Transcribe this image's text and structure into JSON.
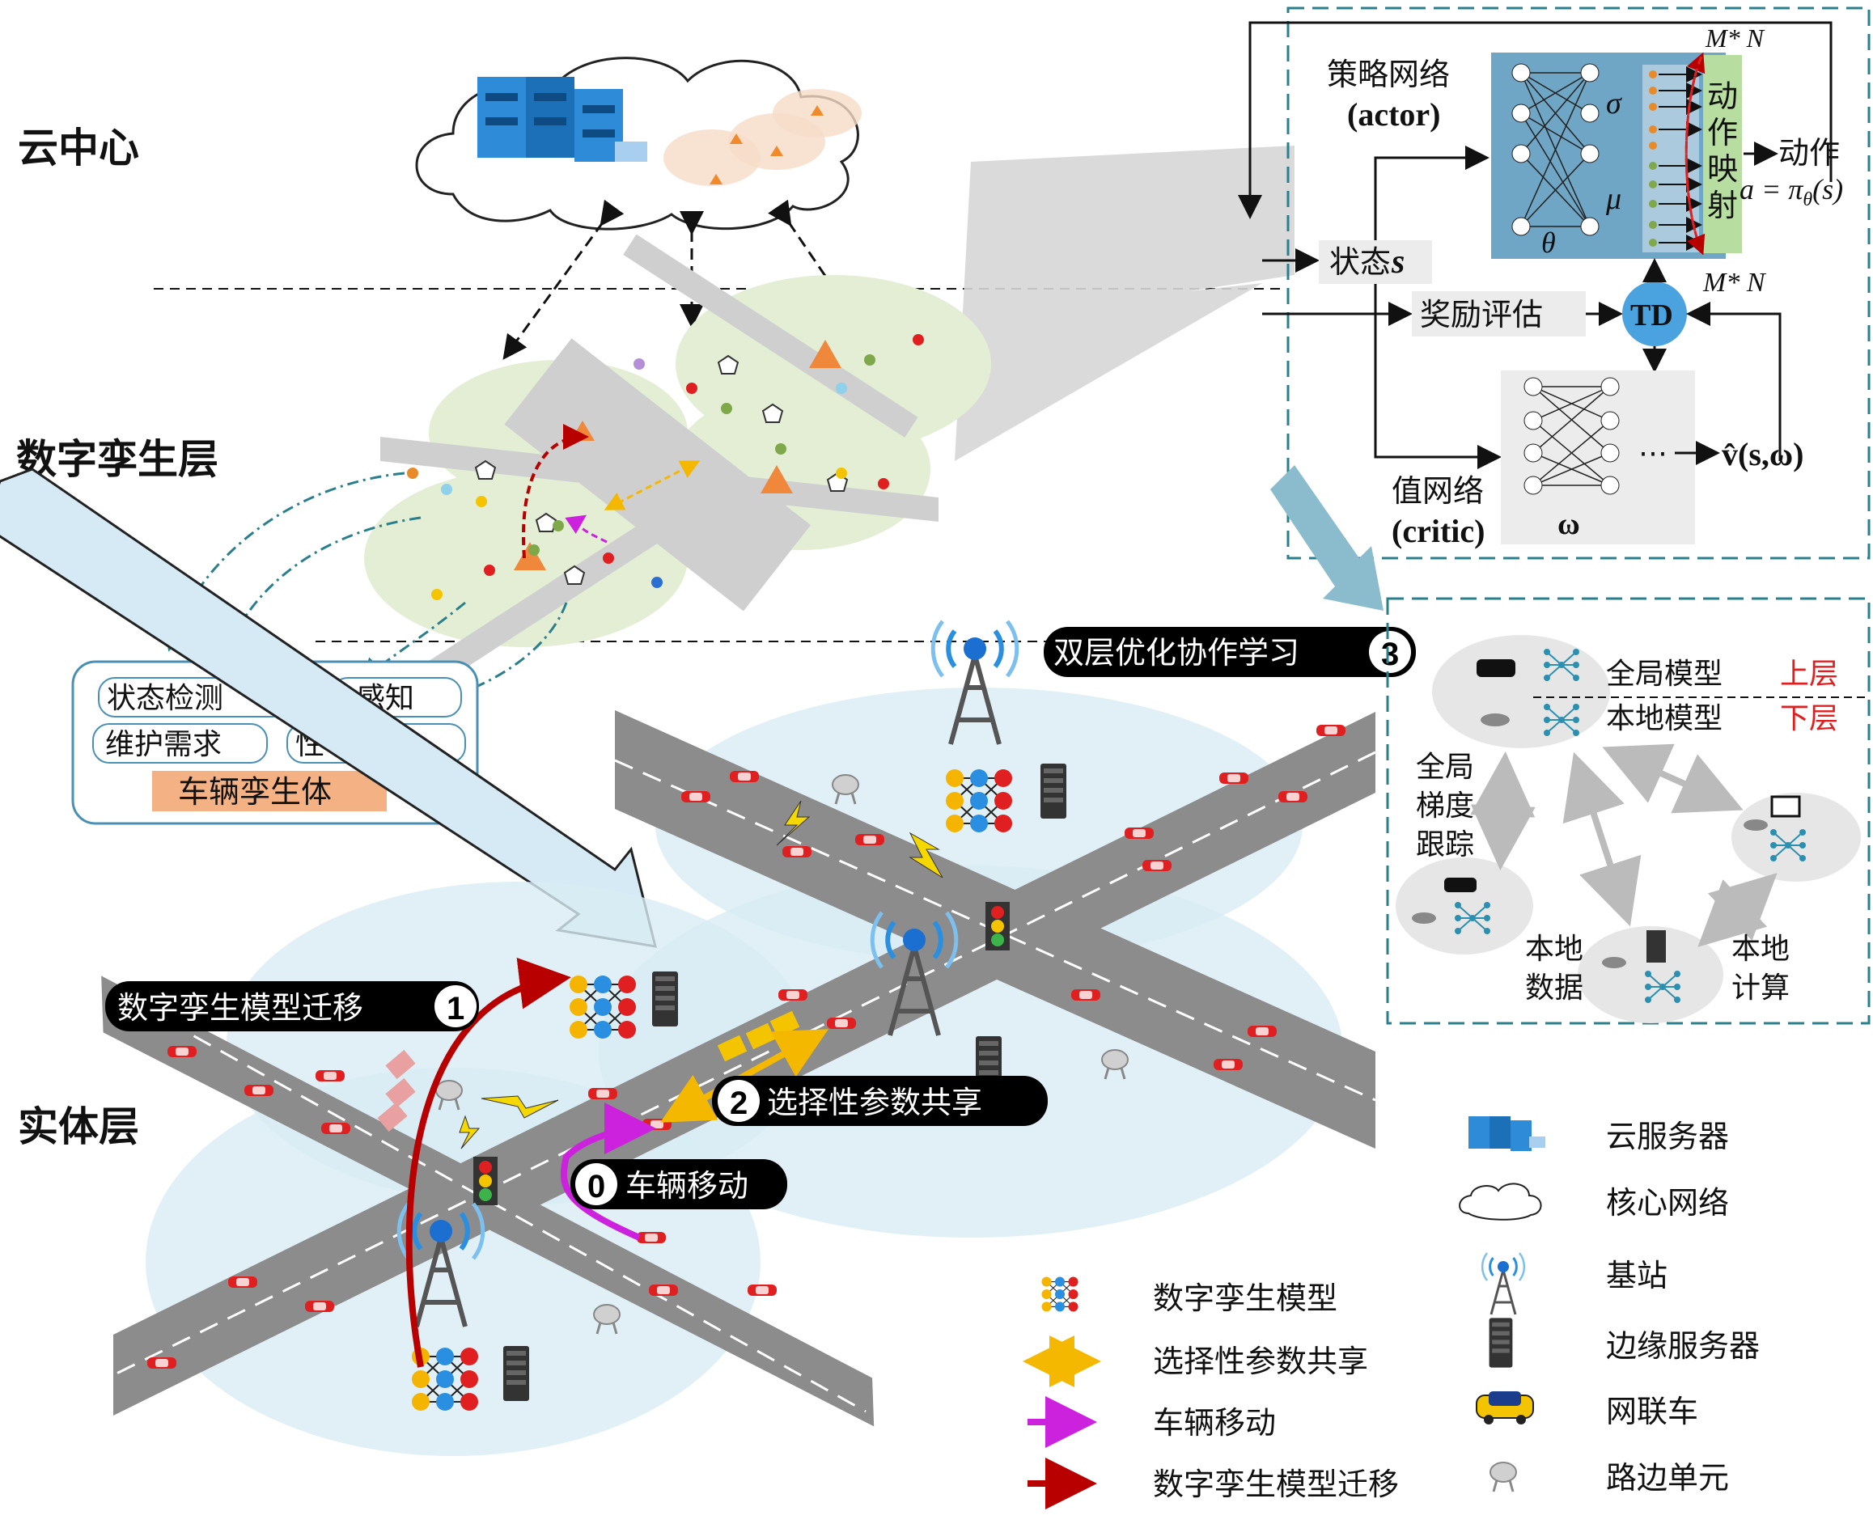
{
  "layers": {
    "cloud": "云中心",
    "twin": "数字孪生层",
    "physical": "实体层"
  },
  "twin_entity": {
    "tags": [
      "状态检测",
      "感知",
      "维护需求",
      "性"
    ],
    "title": "车辆孪生体"
  },
  "actor_critic": {
    "policy_label": "策略网络",
    "policy_en": "(actor)",
    "value_label": "值网络",
    "value_en": "(critic)",
    "theta": "θ",
    "sigma": "σ",
    "mu": "μ",
    "omega": "ω",
    "mapping": [
      "动",
      "作",
      "映",
      "射"
    ],
    "mn_top": "M* N",
    "mn_bottom": "M* N",
    "action_label": "动作",
    "action_formula": "a = π",
    "action_sub": "θ",
    "action_arg": "(s)",
    "state_label": "状态",
    "state_sym": "s",
    "reward_label": "奖励评估",
    "td": "TD",
    "dots": "⋯",
    "value_out": "v̂(s,ω)"
  },
  "fl": {
    "global_model": "全局模型",
    "local_model": "本地模型",
    "upper": "上层",
    "lower": "下层",
    "gradient": [
      "全局",
      "梯度",
      "跟踪"
    ],
    "local_data": [
      "本地",
      "数据"
    ],
    "local_compute": [
      "本地",
      "计算"
    ]
  },
  "steps": {
    "s0_num": "0",
    "s0": "车辆移动",
    "s1_num": "1",
    "s1": "数字孪生模型迁移",
    "s2_num": "2",
    "s2": "选择性参数共享",
    "s3_num": "3",
    "s3": "双层优化协作学习"
  },
  "legend_left": [
    {
      "icon": "dt-model-icon",
      "label": "数字孪生模型"
    },
    {
      "icon": "double-arrow-icon",
      "label": "选择性参数共享",
      "color": "#f5b800"
    },
    {
      "icon": "purple-arrow-icon",
      "label": "车辆移动",
      "color": "#cc22dd"
    },
    {
      "icon": "red-arrow-icon",
      "label": "数字孪生模型迁移",
      "color": "#b80000"
    }
  ],
  "legend_right": [
    {
      "icon": "cloud-server-icon",
      "label": "云服务器"
    },
    {
      "icon": "core-network-icon",
      "label": "核心网络"
    },
    {
      "icon": "base-station-icon",
      "label": "基站"
    },
    {
      "icon": "edge-server-icon",
      "label": "边缘服务器"
    },
    {
      "icon": "connected-car-icon",
      "label": "网联车"
    },
    {
      "icon": "rsu-icon",
      "label": "路边单元"
    }
  ],
  "colors": {
    "dashed_box": "#2a7f8c",
    "migration": "#b80000",
    "movement": "#cc22dd",
    "sharing": "#f5b800",
    "nn_panel": "#6fa6c6",
    "mapping_panel": "#b7dea0",
    "td": "#4aa3df",
    "coverage": "#d8ecf4"
  }
}
